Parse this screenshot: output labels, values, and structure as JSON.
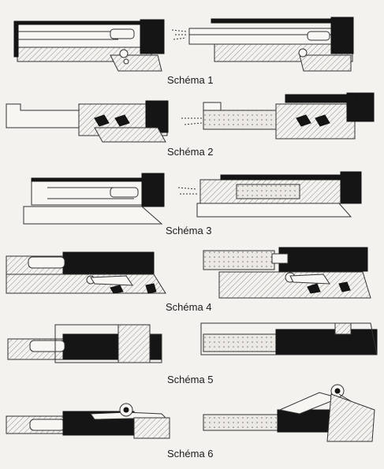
{
  "schemas": [
    {
      "label": "Schéma 1"
    },
    {
      "label": "Schéma 2"
    },
    {
      "label": "Schéma 3"
    },
    {
      "label": "Schéma 4"
    },
    {
      "label": "Schéma 5"
    },
    {
      "label": "Schéma 6"
    }
  ],
  "colors": {
    "ink": "#151515",
    "paper": "#f4f2ef"
  }
}
